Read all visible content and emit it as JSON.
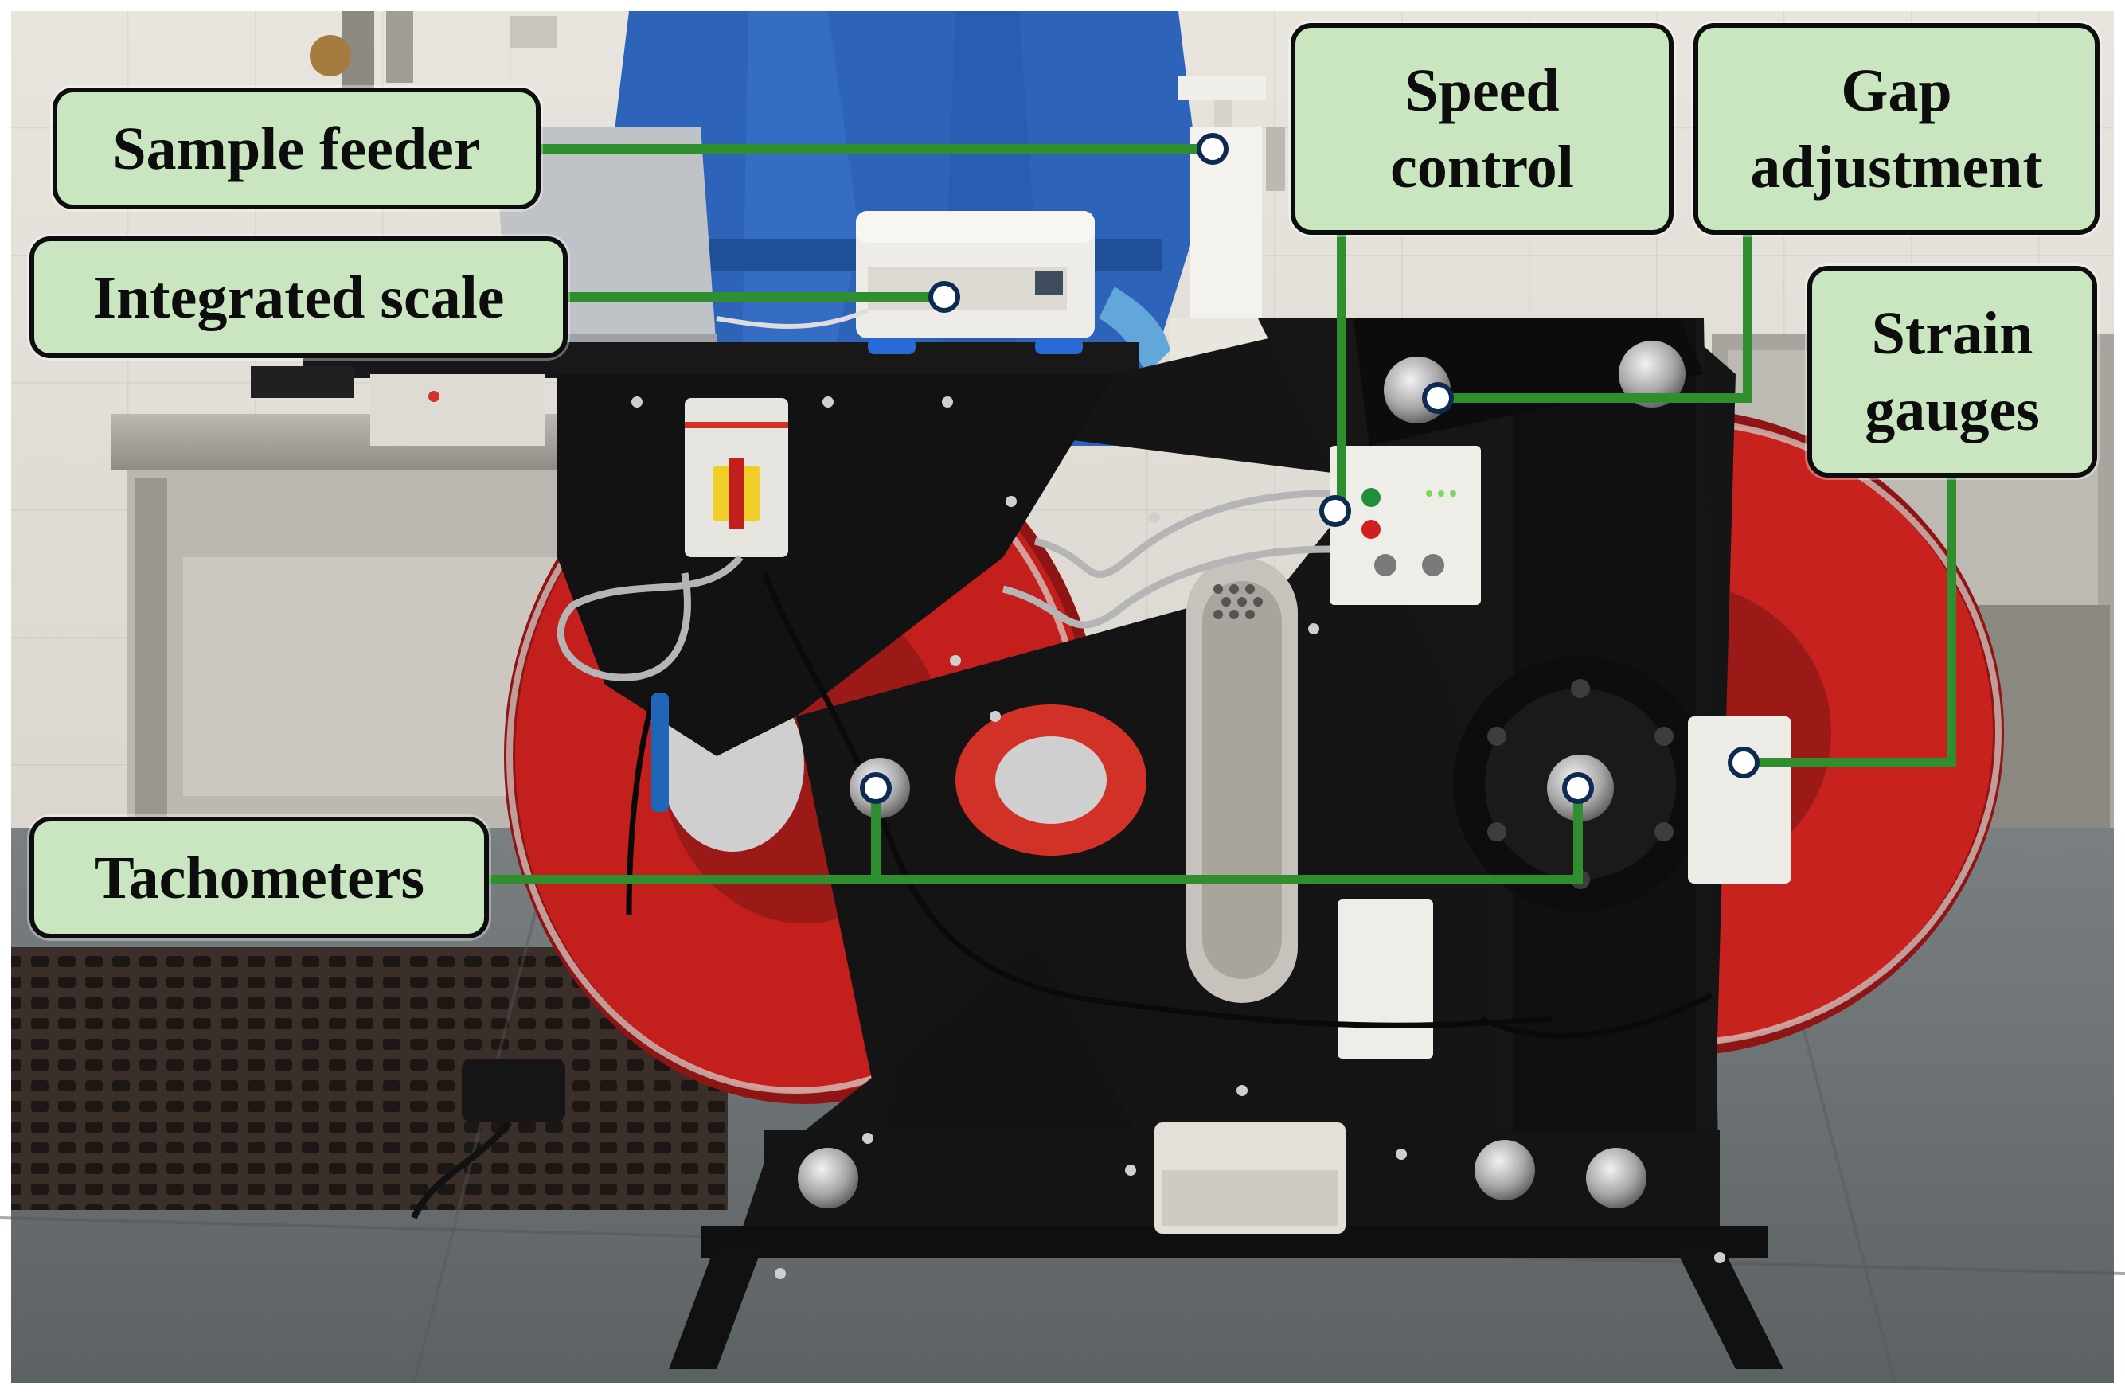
{
  "labels": {
    "sample_feeder": "Sample feeder",
    "integrated_scale": "Integrated scale",
    "speed_control": [
      "Speed",
      "control"
    ],
    "gap_adjustment": [
      "Gap",
      "adjustment"
    ],
    "strain_gauges": [
      "Strain",
      "gauges"
    ],
    "tachometers": "Tachometers"
  },
  "colors": {
    "label_fill": "#c9e6c1",
    "leader_line": "#2f8f2f",
    "marker_fill": "#ffffff",
    "machine_frame": "#111111",
    "roller": "#c4211f"
  }
}
